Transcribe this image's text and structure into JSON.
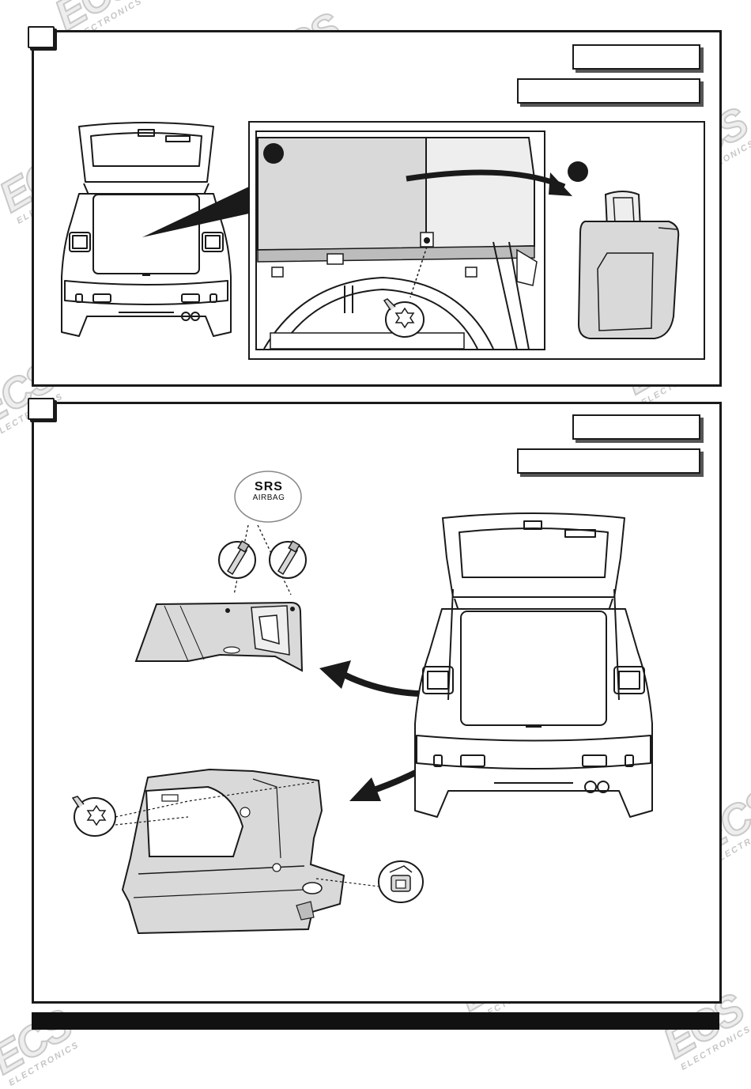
{
  "watermark": {
    "brand": "ECS",
    "subtitle": "ELECTRONICS",
    "color": "#d4d4d4"
  },
  "step1": {
    "callout_number": "",
    "part_label_1": "",
    "part_label_2": ""
  },
  "step2": {
    "callout_number": "",
    "part_label_1": "",
    "part_label_2": "",
    "srs_badge": {
      "line1": "SRS",
      "line2": "AIRBAG"
    }
  },
  "icons": {
    "car_rear": "car-rear-open-tailgate-icon",
    "torx_screw": "torx-screw-icon",
    "bolt": "bolt-icon",
    "seat_back": "rear-seat-backrest-icon",
    "trim_panel": "side-trim-panel-icon",
    "arrow": "curved-arrow-icon",
    "clip": "fastener-clip-icon"
  },
  "colors": {
    "line": "#1a1a1a",
    "part_fill": "#d9d9d9",
    "dark_fill": "#bcbcbc",
    "footer": "#111111"
  }
}
